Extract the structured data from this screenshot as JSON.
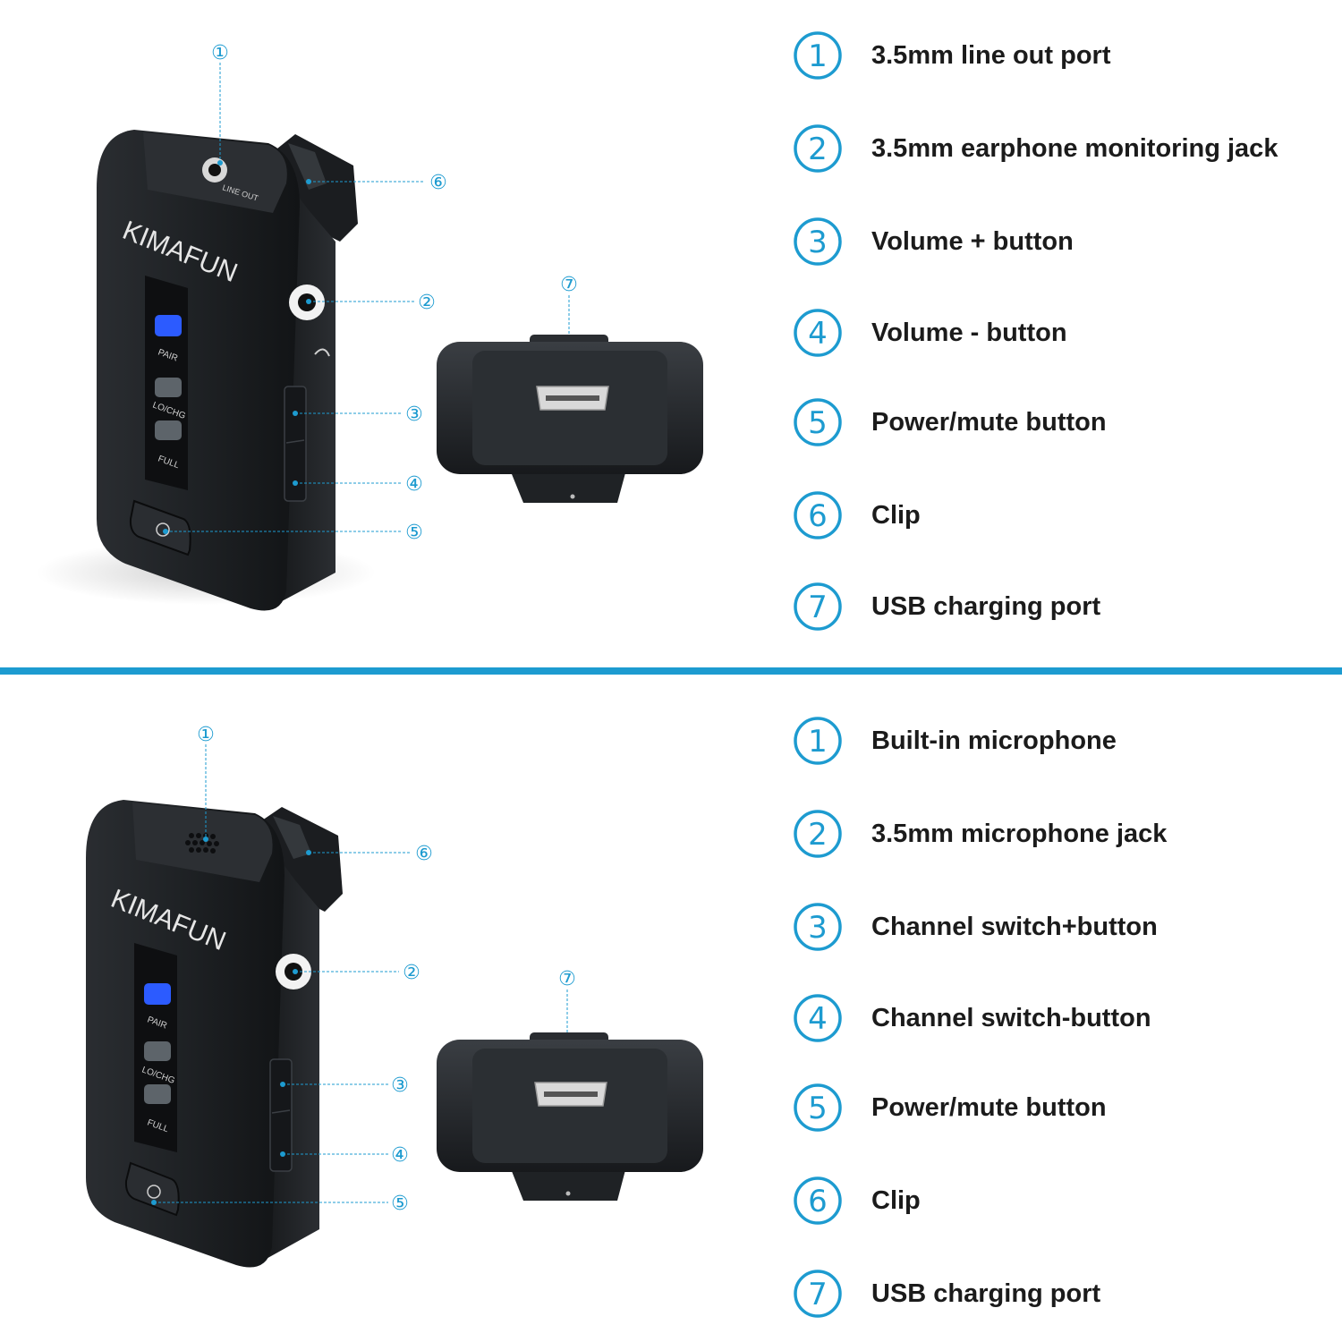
{
  "colors": {
    "accent": "#1d9bd0",
    "device": "#1f2225",
    "led_blue": "#2c5bff"
  },
  "panels": [
    {
      "id": "receiver",
      "brand": "KIMAFUN",
      "top_port_label": "LINE OUT",
      "indicator_labels": [
        "PAIR",
        "LO/CHG",
        "FULL"
      ],
      "callouts": [
        "①",
        "②",
        "③",
        "④",
        "⑤",
        "⑥",
        "⑦"
      ],
      "legend": [
        {
          "num": "1",
          "label": "3.5mm line out port"
        },
        {
          "num": "2",
          "label": "3.5mm earphone monitoring jack"
        },
        {
          "num": "3",
          "label": "Volume + button"
        },
        {
          "num": "4",
          "label": "Volume - button"
        },
        {
          "num": "5",
          "label": "Power/mute button"
        },
        {
          "num": "6",
          "label": "Clip"
        },
        {
          "num": "7",
          "label": "USB charging port"
        }
      ]
    },
    {
      "id": "transmitter",
      "brand": "KIMAFUN",
      "indicator_labels": [
        "PAIR",
        "LO/CHG",
        "FULL"
      ],
      "callouts": [
        "①",
        "②",
        "③",
        "④",
        "⑤",
        "⑥",
        "⑦"
      ],
      "legend": [
        {
          "num": "1",
          "label": "Built-in microphone"
        },
        {
          "num": "2",
          "label": "3.5mm microphone jack"
        },
        {
          "num": "3",
          "label": "Channel switch+button"
        },
        {
          "num": "4",
          "label": "Channel switch-button"
        },
        {
          "num": "5",
          "label": "Power/mute button"
        },
        {
          "num": "6",
          "label": "Clip"
        },
        {
          "num": "7",
          "label": "USB charging port"
        }
      ]
    }
  ]
}
